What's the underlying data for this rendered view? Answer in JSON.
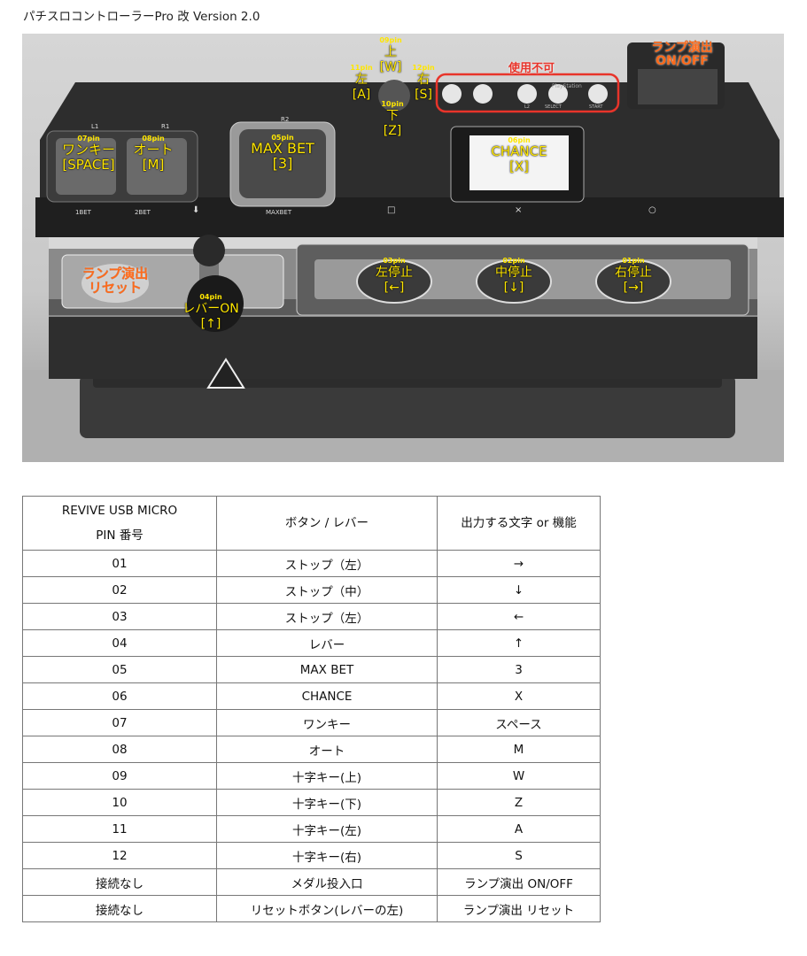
{
  "title": "パチスロコントローラーPro 改  Version 2.0",
  "photo": {
    "labels": {
      "wankey": {
        "pin": "07pin",
        "text": "ワンキー\n[SPACE]"
      },
      "auto": {
        "pin": "08pin",
        "text": "オート\n[M]"
      },
      "maxbet": {
        "pin": "05pin",
        "text": "MAX BET\n[3]"
      },
      "up": {
        "pin": "09pin",
        "text": "上\n[W]"
      },
      "left": {
        "pin": "11pin",
        "text": "左\n[A]"
      },
      "right": {
        "pin": "12pin",
        "text": "右\n[S]"
      },
      "down": {
        "pin": "10pin",
        "text": "下\n[Z]"
      },
      "chance": {
        "pin": "06pin",
        "text": "CHANCE\n[X]"
      },
      "unusable": "使用不可",
      "lamp_onoff": "ランプ演出\nON/OFF",
      "lamp_reset": "ランプ演出\nリセット",
      "lever": {
        "pin": "04pin",
        "text": "レバーON\n[↑]"
      },
      "stop_left": {
        "pin": "03pin",
        "text": "左停止\n[←]"
      },
      "stop_mid": {
        "pin": "02pin",
        "text": "中停止\n[↓]"
      },
      "stop_right": {
        "pin": "01pin",
        "text": "右停止\n[→]"
      }
    },
    "printed": {
      "l1": "L1",
      "r1": "R1",
      "r2": "R2",
      "bet1": "1BET",
      "bet2": "2BET",
      "maxbet": "MAXBET",
      "arrow": "⬇",
      "square": "□",
      "cross": "×",
      "circle": "○",
      "l2": "L2",
      "select": "SELECT",
      "start": "START",
      "playstation": "PlayStation"
    }
  },
  "table": {
    "headers": [
      "REVIVE USB MICRO\nPIN 番号",
      "ボタン / レバー",
      "出力する文字 or 機能"
    ],
    "rows": [
      [
        "01",
        "ストップ（左）",
        "→"
      ],
      [
        "02",
        "ストップ（中）",
        "↓"
      ],
      [
        "03",
        "ストップ（左）",
        "←"
      ],
      [
        "04",
        "レバー",
        "↑"
      ],
      [
        "05",
        "MAX BET",
        "3"
      ],
      [
        "06",
        "CHANCE",
        "X"
      ],
      [
        "07",
        "ワンキー",
        "スペース"
      ],
      [
        "08",
        "オート",
        "M"
      ],
      [
        "09",
        "十字キー(上)",
        "W"
      ],
      [
        "10",
        "十字キー(下)",
        "Z"
      ],
      [
        "11",
        "十字キー(左)",
        "A"
      ],
      [
        "12",
        "十字キー(右)",
        "S"
      ],
      [
        "接続なし",
        "メダル投入口",
        "ランプ演出 ON/OFF"
      ],
      [
        "接続なし",
        "リセットボタン(レバーの左)",
        "ランプ演出 リセット"
      ]
    ]
  }
}
